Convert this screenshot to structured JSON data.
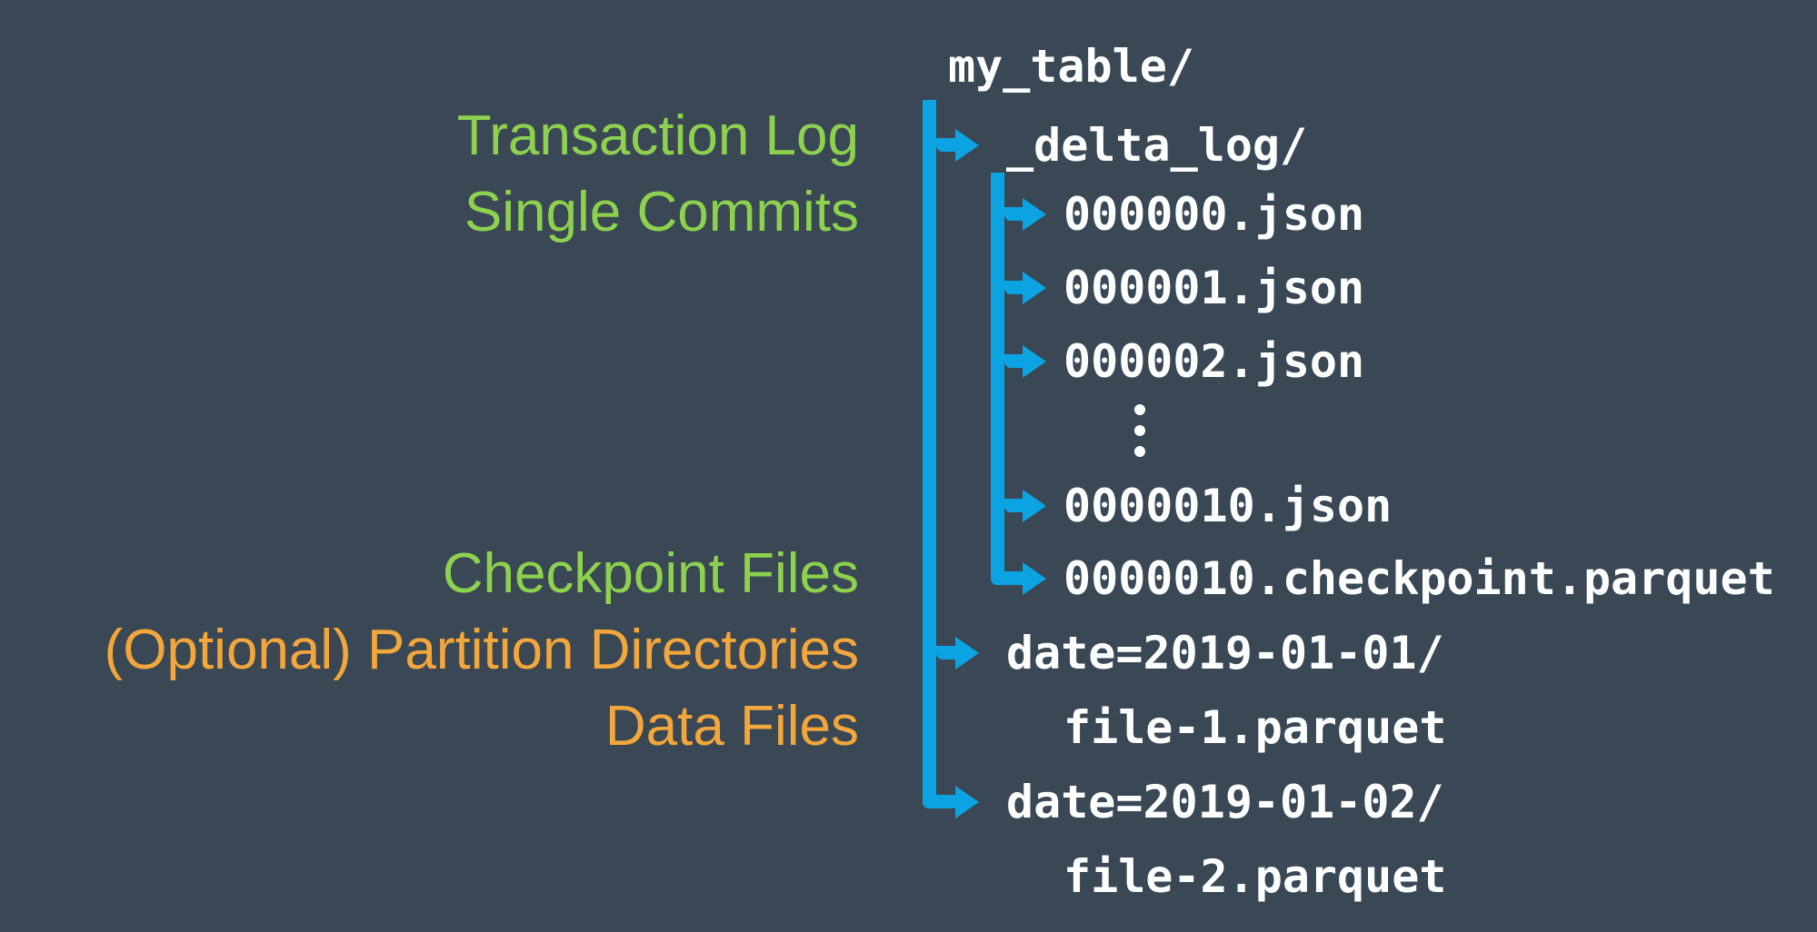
{
  "colors": {
    "background": "#3A4855",
    "green": "#8DD14F",
    "orange": "#F2A63B",
    "blue": "#0BA3E1",
    "white": "#FFFFFF"
  },
  "labels": [
    {
      "text": "Transaction Log",
      "color": "green"
    },
    {
      "text": "Single Commits",
      "color": "green"
    },
    {
      "text": "Checkpoint Files",
      "color": "green"
    },
    {
      "text": "(Optional) Partition Directories",
      "color": "orange"
    },
    {
      "text": "Data Files",
      "color": "orange"
    }
  ],
  "tree": {
    "rows": [
      {
        "text": "my_table/",
        "type": "directory",
        "depth": 0
      },
      {
        "text": "_delta_log/",
        "type": "directory",
        "depth": 1
      },
      {
        "text": "000000.json",
        "type": "file",
        "depth": 2
      },
      {
        "text": "000001.json",
        "type": "file",
        "depth": 2
      },
      {
        "text": "000002.json",
        "type": "file",
        "depth": 2
      },
      {
        "text": "⋮",
        "type": "ellipsis",
        "depth": 2
      },
      {
        "text": "0000010.json",
        "type": "file",
        "depth": 2
      },
      {
        "text": "0000010.checkpoint.parquet",
        "type": "file",
        "depth": 2
      },
      {
        "text": "date=2019-01-01/",
        "type": "directory",
        "depth": 1
      },
      {
        "text": "file-1.parquet",
        "type": "file",
        "depth": 2
      },
      {
        "text": "date=2019-01-02/",
        "type": "directory",
        "depth": 1
      },
      {
        "text": "file-2.parquet",
        "type": "file",
        "depth": 2
      }
    ]
  }
}
